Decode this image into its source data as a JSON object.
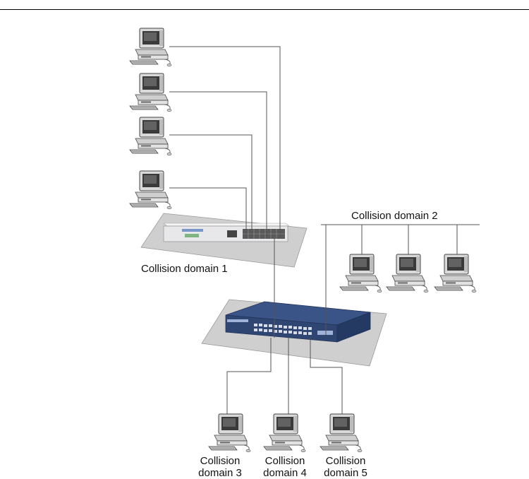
{
  "labels": {
    "collision_domain_1": "Collision domain 1",
    "collision_domain_2": "Collision domain 2",
    "collision_domain_3": [
      "Collision",
      "domain 3"
    ],
    "collision_domain_4": [
      "Collision",
      "domain 4"
    ],
    "collision_domain_5": [
      "Collision",
      "domain 5"
    ]
  },
  "colors": {
    "line": "#555555",
    "hub_body": "#e8e8ea",
    "switch_body": "#3b5487",
    "platform": "#cfcfcf"
  },
  "icons": [
    "desktop-pc-icon",
    "hub-icon",
    "switch-icon"
  ]
}
